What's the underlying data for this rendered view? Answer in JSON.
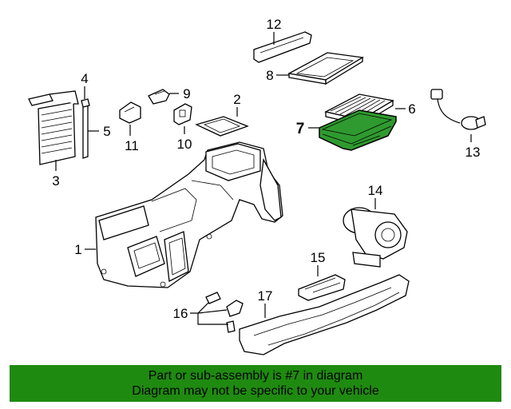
{
  "callouts": {
    "c1": "1",
    "c2": "2",
    "c3": "3",
    "c4": "4",
    "c5": "5",
    "c6": "6",
    "c7": "7",
    "c8": "8",
    "c9": "9",
    "c10": "10",
    "c11": "11",
    "c12": "12",
    "c13": "13",
    "c14": "14",
    "c15": "15",
    "c16": "16",
    "c17": "17"
  },
  "highlight": {
    "part": "7",
    "color": "#2f9a2f"
  },
  "banner": {
    "line1": "Part or sub-assembly is #7 in diagram",
    "line2": "Diagram may not be specific to your vehicle",
    "color": "#1f8a10"
  }
}
